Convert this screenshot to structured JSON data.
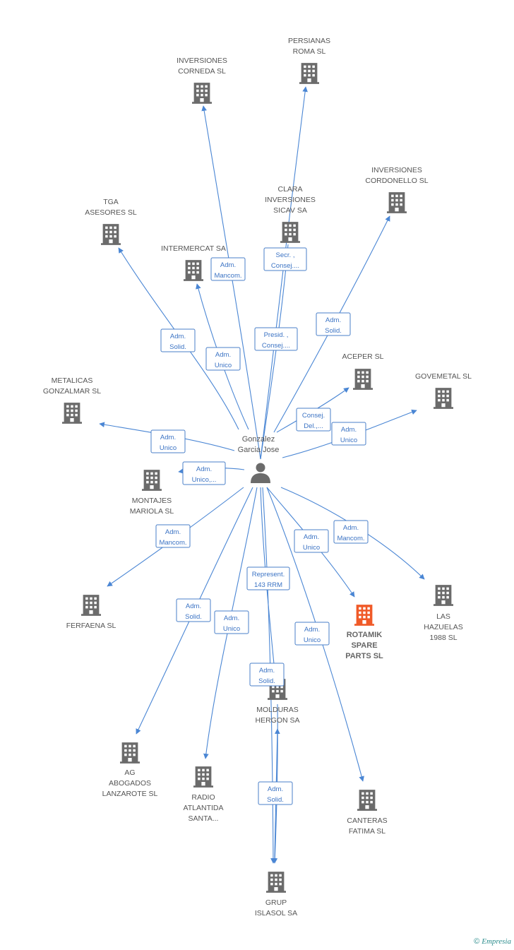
{
  "colors": {
    "edge": "#4a86d4",
    "building": "#6b6b6b",
    "highlight": "#f05a28",
    "label": "#555555"
  },
  "center": {
    "name": [
      "Gonzalez",
      "Garcia Jose"
    ],
    "icon": "person-icon"
  },
  "nodes": [
    {
      "id": "persianas",
      "lines": [
        "PERSIANAS",
        "ROMA SL"
      ]
    },
    {
      "id": "corneda",
      "lines": [
        "INVERSIONES",
        "CORNEDA SL"
      ]
    },
    {
      "id": "clara",
      "lines": [
        "CLARA",
        "INVERSIONES",
        "SICAV SA"
      ]
    },
    {
      "id": "cordonello",
      "lines": [
        "INVERSIONES",
        "CORDONELLO SL"
      ]
    },
    {
      "id": "tga",
      "lines": [
        "TGA",
        "ASESORES SL"
      ]
    },
    {
      "id": "intermercat",
      "lines": [
        "INTERMERCAT SA"
      ]
    },
    {
      "id": "aceper",
      "lines": [
        "ACEPER SL"
      ]
    },
    {
      "id": "govemetal",
      "lines": [
        "GOVEMETAL SL"
      ]
    },
    {
      "id": "metalicas",
      "lines": [
        "METALICAS",
        "GONZALMAR SL"
      ]
    },
    {
      "id": "montajes",
      "lines": [
        "MONTAJES",
        "MARIOLA  SL"
      ]
    },
    {
      "id": "ferfaena",
      "lines": [
        "FERFAENA SL"
      ]
    },
    {
      "id": "rotamik",
      "lines": [
        "ROTAMIK",
        "SPARE",
        "PARTS SL"
      ],
      "highlight": true
    },
    {
      "id": "hazuelas",
      "lines": [
        "LAS",
        "HAZUELAS",
        "1988 SL"
      ]
    },
    {
      "id": "molduras",
      "lines": [
        "MOLDURAS",
        "HERGON SA"
      ]
    },
    {
      "id": "ag",
      "lines": [
        "AG",
        "ABOGADOS",
        "LANZAROTE  SL"
      ]
    },
    {
      "id": "radio",
      "lines": [
        "RADIO",
        "ATLANTIDA",
        "SANTA..."
      ]
    },
    {
      "id": "canteras",
      "lines": [
        "CANTERAS",
        "FATIMA SL"
      ]
    },
    {
      "id": "grup",
      "lines": [
        "GRUP",
        "ISLASOL SA"
      ]
    }
  ],
  "relations": [
    {
      "target": "corneda",
      "lines": [
        "Adm.",
        "Mancom."
      ]
    },
    {
      "target": "persianas",
      "lines": [
        "Secr. ,",
        "Consej...."
      ]
    },
    {
      "target": "clara",
      "lines": [
        "Presid. ,",
        "Consej...."
      ]
    },
    {
      "target": "cordonello",
      "lines": [
        "Adm.",
        "Solid."
      ]
    },
    {
      "target": "tga",
      "lines": [
        "Adm.",
        "Solid."
      ]
    },
    {
      "target": "intermercat",
      "lines": [
        "Adm.",
        "Unico"
      ]
    },
    {
      "target": "aceper",
      "lines": [
        "Consej.",
        "Del.,..."
      ]
    },
    {
      "target": "govemetal",
      "lines": [
        "Adm.",
        "Unico"
      ]
    },
    {
      "target": "metalicas",
      "lines": [
        "Adm.",
        "Unico"
      ]
    },
    {
      "target": "montajes",
      "lines": [
        "Adm.",
        "Unico,..."
      ]
    },
    {
      "target": "ferfaena",
      "lines": [
        "Adm.",
        "Mancom."
      ]
    },
    {
      "target": "rotamik",
      "lines": [
        "Adm.",
        "Unico"
      ]
    },
    {
      "target": "hazuelas",
      "lines": [
        "Adm.",
        "Mancom."
      ]
    },
    {
      "target": "molduras",
      "lines": [
        "Represent.",
        "143 RRM"
      ]
    },
    {
      "target": "ag",
      "lines": [
        "Adm.",
        "Solid."
      ]
    },
    {
      "target": "radio",
      "lines": [
        "Adm.",
        "Unico"
      ]
    },
    {
      "target": "canteras",
      "lines": [
        "Adm.",
        "Unico"
      ]
    },
    {
      "target": "grup",
      "lines": [
        "Adm.",
        "Solid."
      ]
    },
    {
      "target": "grup",
      "lines": [
        "Adm.",
        "Solid."
      ],
      "from": "molduras"
    }
  ],
  "brand": {
    "copyright": "©",
    "name": "Empresia"
  }
}
